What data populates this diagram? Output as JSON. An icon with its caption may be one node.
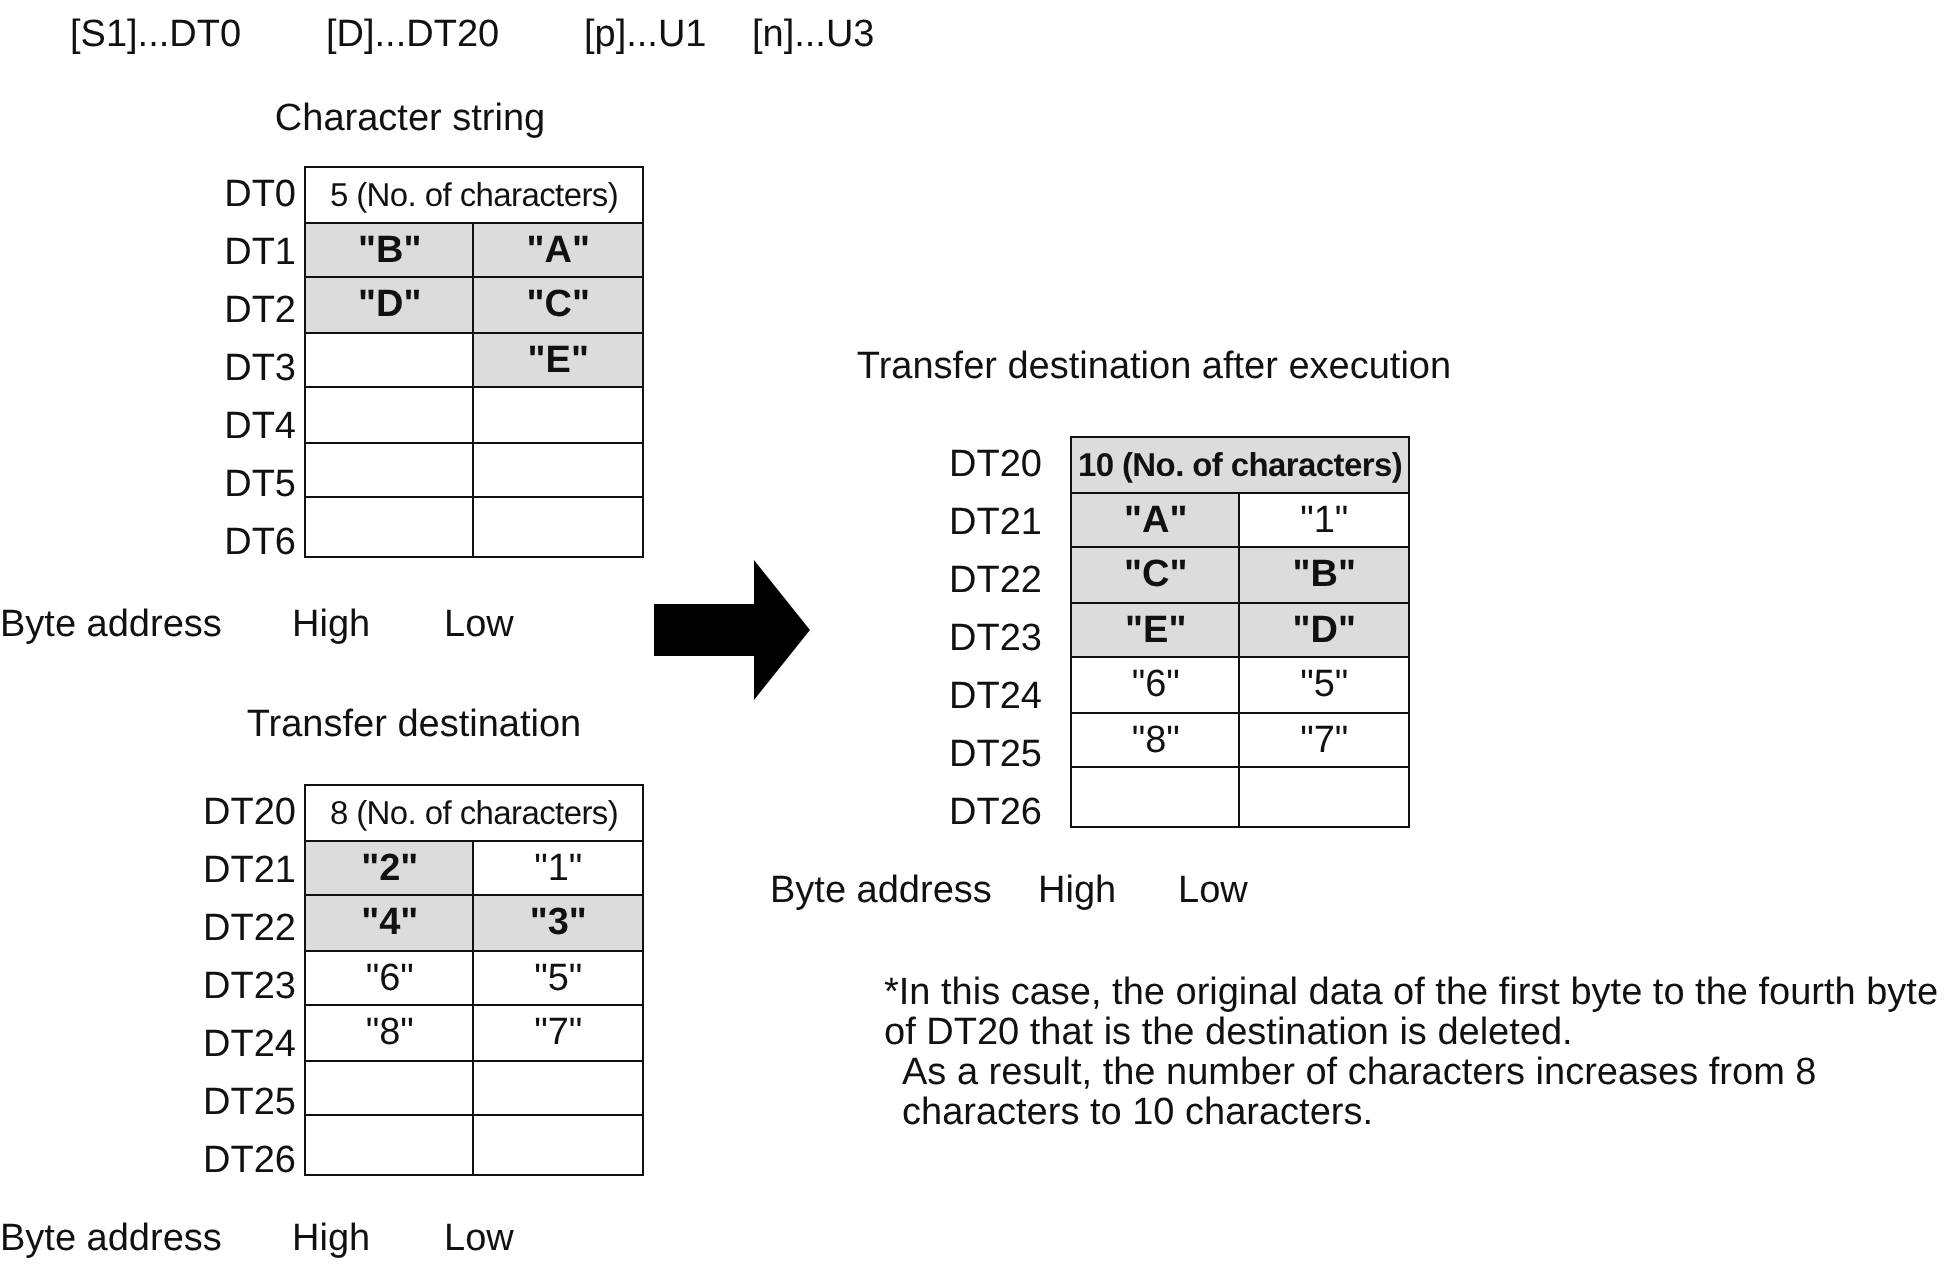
{
  "diagram": {
    "nodes": [
      {
        "text": [
          "Character string"
        ]
      },
      {
        "text": [
          "5 (No. of characters)"
        ],
        "in": 0,
        "beside": [
          "DT0"
        ]
      },
      {
        "text": [
          "\"B\""
        ],
        "in": 0,
        "beside": [
          "DT1"
        ]
      },
      {
        "text": [
          "\"A\""
        ],
        "in": 0
      },
      {
        "text": [
          "\"D\""
        ],
        "in": 0,
        "beside": [
          "DT2"
        ]
      },
      {
        "text": [
          "\"C\""
        ],
        "in": 0
      },
      {
        "text": [],
        "shape": "box",
        "in": 0,
        "beside": [
          "DT3"
        ]
      },
      {
        "text": [
          "\"E\""
        ],
        "in": 0
      },
      {
        "text": [],
        "shape": "box",
        "in": 0,
        "beside": [
          "DT4"
        ]
      },
      {
        "text": [],
        "shape": "box",
        "in": 0
      },
      {
        "text": [],
        "shape": "box",
        "in": 0,
        "beside": [
          "DT5"
        ]
      },
      {
        "text": [],
        "shape": "box",
        "in": 0
      },
      {
        "text": [],
        "shape": "box",
        "in": 0,
        "beside": [
          "DT6"
        ]
      },
      {
        "text": [],
        "shape": "box",
        "in": 0
      },
      {
        "text": [
          "Transfer destination"
        ]
      },
      {
        "text": [
          "8 (No. of characters)"
        ],
        "in": 14,
        "beside": [
          "DT20"
        ]
      },
      {
        "text": [
          "\"2\""
        ],
        "in": 14,
        "beside": [
          "DT21"
        ]
      },
      {
        "text": [
          "\"1\""
        ],
        "in": 14
      },
      {
        "text": [
          "\"4\""
        ],
        "in": 14,
        "beside": [
          "DT22"
        ]
      },
      {
        "text": [
          "\"3\""
        ],
        "in": 14
      },
      {
        "text": [
          "\"6\""
        ],
        "in": 14,
        "beside": [
          "DT23"
        ]
      },
      {
        "text": [
          "\"5\""
        ],
        "in": 14
      },
      {
        "text": [
          "\"8\""
        ],
        "in": 14,
        "beside": [
          "DT24"
        ]
      },
      {
        "text": [
          "\"7\""
        ],
        "in": 14
      },
      {
        "text": [],
        "shape": "box",
        "in": 14,
        "beside": [
          "DT25"
        ]
      },
      {
        "text": [],
        "shape": "box",
        "in": 14
      },
      {
        "text": [],
        "shape": "box",
        "in": 14,
        "beside": [
          "DT26"
        ]
      },
      {
        "text": [],
        "shape": "box",
        "in": 14
      },
      {
        "text": [
          "Transfer destination after execution"
        ]
      },
      {
        "text": [
          "10 (No. of characters)"
        ],
        "in": 28,
        "beside": [
          "DT20"
        ]
      },
      {
        "text": [
          "\"A\""
        ],
        "in": 28,
        "beside": [
          "DT21"
        ]
      },
      {
        "text": [
          "\"1\""
        ],
        "in": 28
      },
      {
        "text": [
          "\"C\""
        ],
        "in": 28,
        "beside": [
          "DT22"
        ]
      },
      {
        "text": [
          "\"B\""
        ],
        "in": 28
      },
      {
        "text": [
          "\"E\""
        ],
        "in": 28,
        "beside": [
          "DT23"
        ]
      },
      {
        "text": [
          "\"D\""
        ],
        "in": 28
      },
      {
        "text": [
          "\"6\""
        ],
        "in": 28,
        "beside": [
          "DT24"
        ]
      },
      {
        "text": [
          "\"5\""
        ],
        "in": 28
      },
      {
        "text": [
          "\"8\""
        ],
        "in": 28,
        "beside": [
          "DT25"
        ]
      },
      {
        "text": [
          "\"7\""
        ],
        "in": 28
      },
      {
        "text": [],
        "shape": "box",
        "in": 28,
        "beside": [
          "DT26"
        ]
      },
      {
        "text": [],
        "shape": "box",
        "in": 28
      }
    ],
    "edges": [
      {
        "from": null,
        "to": 28,
        "arrow": "to",
        "style": "thick"
      }
    ],
    "labels": [
      "[S1]...DT0",
      "[D]...DT20",
      "[p]...U1",
      "[n]...U3",
      "Byte address",
      "High",
      "Low",
      "Byte address",
      "High",
      "Low",
      "*In this case, the original data of the first byte to the fourth byte of DT20 that is the destination is deleted.",
      "As a result, the number of characters increases from 8 characters to 10 characters.",
      "Byte address",
      "High",
      "Low"
    ]
  }
}
